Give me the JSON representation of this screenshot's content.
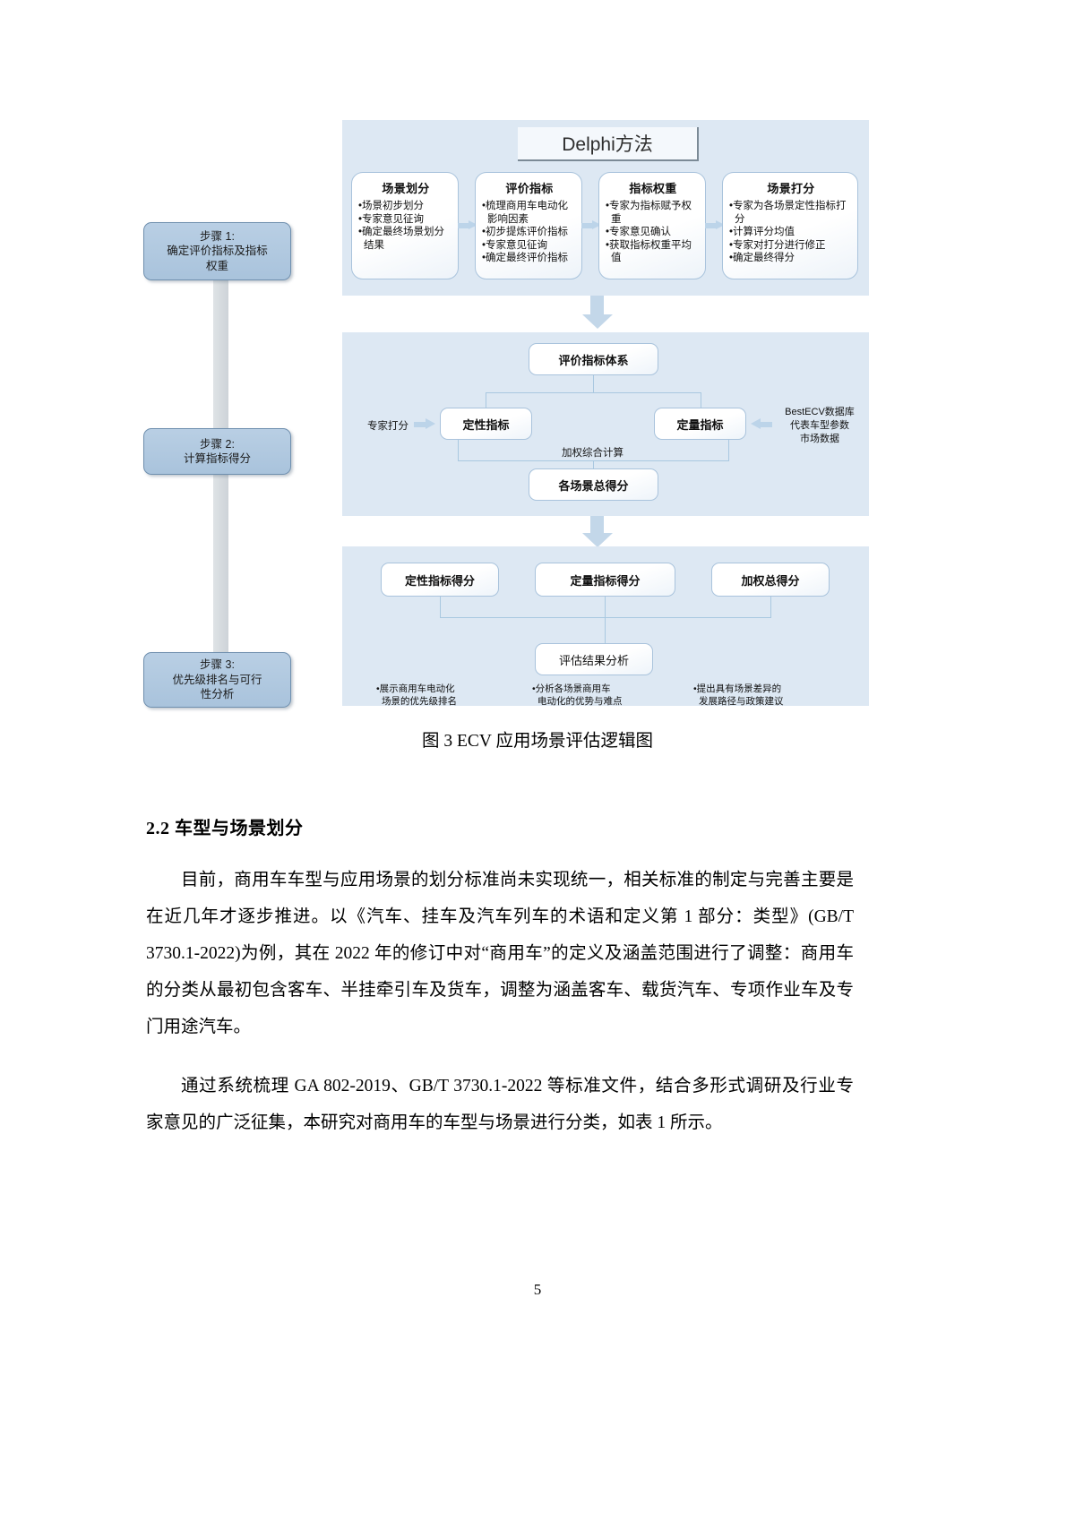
{
  "figure": {
    "delphi_title": "Delphi方法",
    "steps": [
      {
        "label": "步骤 1:\n确定评价指标及指标\n权重"
      },
      {
        "label": "步骤 2:\n计算指标得分"
      },
      {
        "label": "步骤 3:\n优先级排名与可行\n性分析"
      }
    ],
    "top_boxes": [
      {
        "title": "场景划分",
        "items": [
          "•场景初步划分",
          "•专家意见征询",
          "•确定最终场景划分结果"
        ]
      },
      {
        "title": "评价指标",
        "items": [
          "•梳理商用车电动化影响因素",
          "•初步提炼评价指标",
          "•专家意见征询",
          "•确定最终评价指标"
        ]
      },
      {
        "title": "指标权重",
        "items": [
          "•专家为指标赋予权重",
          "•专家意见确认",
          "•获取指标权重平均值"
        ]
      },
      {
        "title": "场景打分",
        "items": [
          "•专家为各场景定性指标打分",
          "•计算评分均值",
          "•专家对打分进行修正",
          "•确定最终得分"
        ]
      }
    ],
    "middle": {
      "system_box": "评价指标体系",
      "qualitative_box": "定性指标",
      "quantitative_box": "定量指标",
      "total_box": "各场景总得分",
      "weighted_label": "加权综合计算",
      "left_input": "专家打分",
      "right_input": "BestECV数据库\n代表车型参数\n市场数据"
    },
    "bottom": {
      "boxes": [
        "定性指标得分",
        "定量指标得分",
        "加权总得分"
      ],
      "result_box": "评估结果分析",
      "notes": [
        "•展示商用车电动化\n场景的优先级排名",
        "•分析各场景商用车\n电动化的优势与难点",
        "•提出具有场景差异的\n发展路径与政策建议"
      ]
    },
    "colors": {
      "panel_bg": "#dde8f3",
      "step_fill": "#b0c8e0",
      "box_border": "#a9c3dc",
      "arrow": "#bcd4e9"
    }
  },
  "caption": "图 3 ECV 应用场景评估逻辑图",
  "section": {
    "heading": "2.2 车型与场景划分",
    "paragraph_1": "目前，商用车车型与应用场景的划分标准尚未实现统一，相关标准的制定与完善主要是在近几年才逐步推进。以《汽车、挂车及汽车列车的术语和定义第 1 部分：类型》(GB/T 3730.1-2022)为例，其在 2022 年的修订中对“商用车”的定义及涵盖范围进行了调整：商用车的分类从最初包含客车、半挂牵引车及货车，调整为涵盖客车、载货汽车、专项作业车及专门用途汽车。",
    "paragraph_2": "通过系统梳理 GA 802-2019、GB/T 3730.1-2022 等标准文件，结合多形式调研及行业专家意见的广泛征集，本研究对商用车的车型与场景进行分类，如表 1 所示。"
  },
  "page_number": "5"
}
